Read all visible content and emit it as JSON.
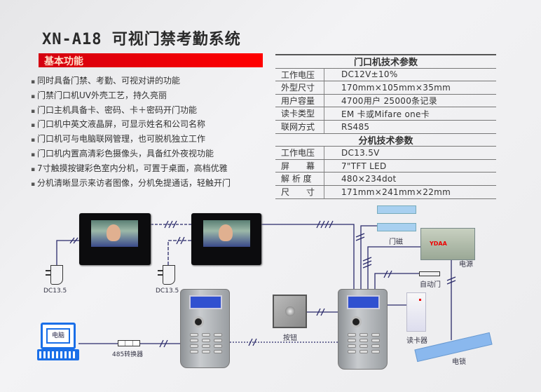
{
  "title": "XN-A18 可视门禁考勤系统",
  "section": "基本功能",
  "features": [
    "同时具备门禁、考勤、可视对讲的功能",
    "门禁门口机UV外壳工艺，持久亮丽",
    "门口主机具备卡、密码、卡＋密码开门功能",
    "门口机中英文液晶屏，可显示姓名和公司名称",
    "门口机可与电脑联网管理，也可脱机独立工作",
    "门口机内置高清彩色摄像头，具备红外夜视功能",
    "7寸触摸按键彩色室内分机，可置于桌面，高档优雅",
    "分机清晰显示来访者图像，分机免提通话，轻触开门"
  ],
  "door_spec": {
    "title": "门口机技术参数",
    "rows": [
      [
        "工作电压",
        "DC12V±10%"
      ],
      [
        "外型尺寸",
        "170mm×105mm×35mm"
      ],
      [
        "用户容量",
        "4700用户 25000条记录"
      ],
      [
        "读卡类型",
        "EM 卡或Mifare one卡"
      ],
      [
        "联网方式",
        "RS485"
      ]
    ]
  },
  "indoor_spec": {
    "title": "分机技术参数",
    "rows": [
      [
        "工作电压",
        "DC13.5V"
      ],
      [
        "屏　　幕",
        "7\"TFT LED"
      ],
      [
        "解 析 度",
        "480×234dot"
      ],
      [
        "尺　　寸",
        "171mm×241mm×22mm"
      ]
    ]
  },
  "diagram": {
    "adapter1": "DC13.5",
    "adapter2": "DC13.5",
    "computer": "电脑",
    "converter": "485转换器",
    "button": "按钮",
    "door_sensor": "门磁",
    "power": "电源",
    "power_brand": "YDAA",
    "auto_door": "自动门",
    "card_reader": "读卡器",
    "lock": "电锁"
  },
  "colors": {
    "accent": "#e8000e",
    "wire": "#2a2a6a",
    "computer": "#1a6fe8"
  }
}
